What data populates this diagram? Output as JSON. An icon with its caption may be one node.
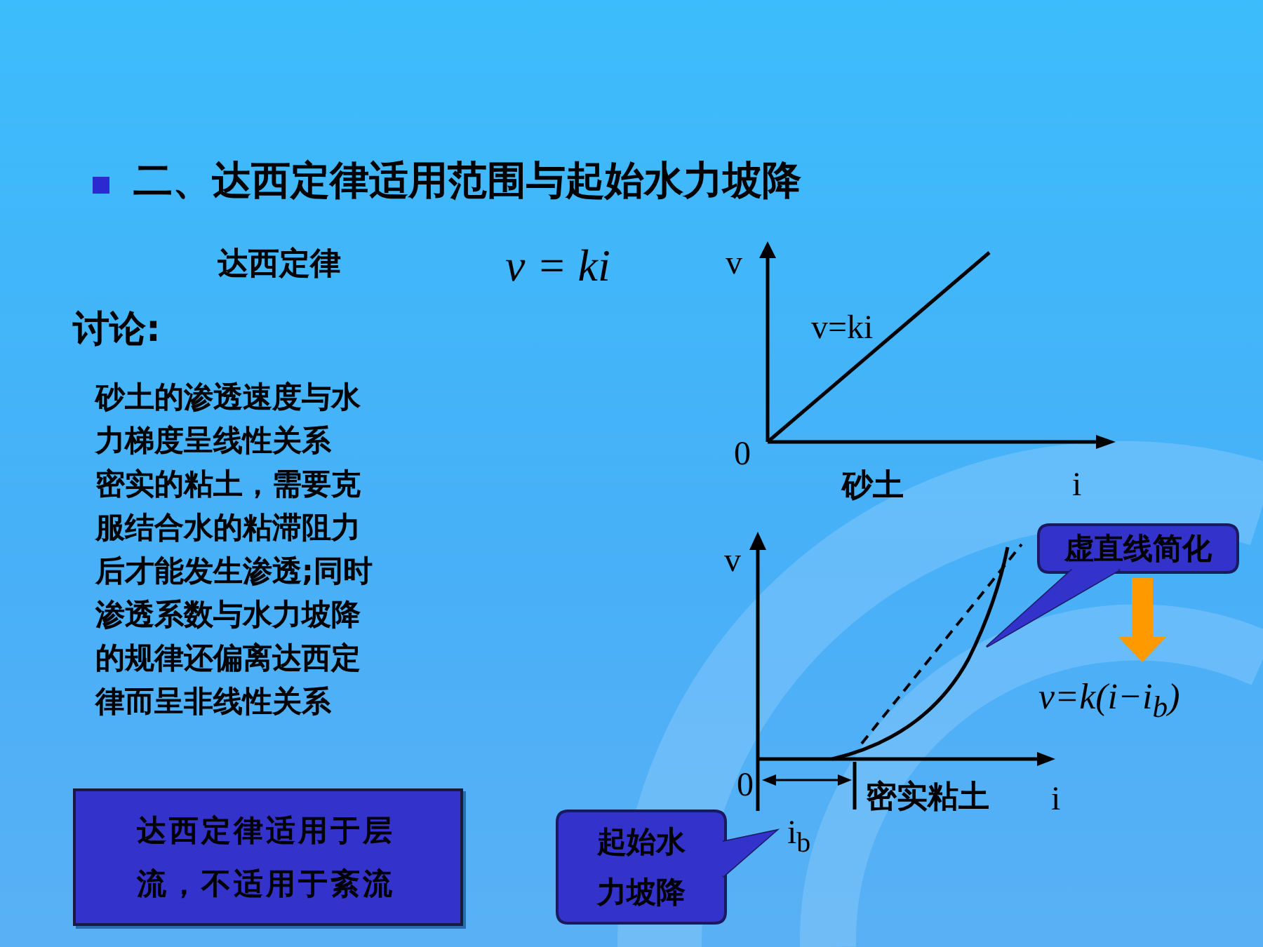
{
  "diagram": {
    "title": "二、达西定律适用范围与起始水力坡降",
    "nodes": [
      {
        "text": [
          "达西定律适用于层流，不适用于紊流"
        ]
      },
      {
        "text": [
          "虚直线简化"
        ]
      },
      {
        "text": [
          "v=k(i−i$_{b}$)"
        ]
      },
      {
        "text": [
          "起始水力坡降"
        ]
      }
    ],
    "edges": [
      {
        "from": 1,
        "to": 2,
        "arrow": "to",
        "color": "#ff9900"
      }
    ],
    "labels": [
      "达西定律",
      "v = ki",
      "讨论:",
      "砂土的渗透速度与水力梯度呈线性关系",
      "密实的粘土，需要克服结合水的粘滞阻力后才能发生渗透;同时渗透系数与水力坡降的规律还偏离达西定律而呈非线性关系",
      "v",
      "v=ki",
      "0",
      "砂土",
      "i",
      "v",
      "0",
      "密实粘土",
      "i",
      "i$_{b}$"
    ]
  }
}
